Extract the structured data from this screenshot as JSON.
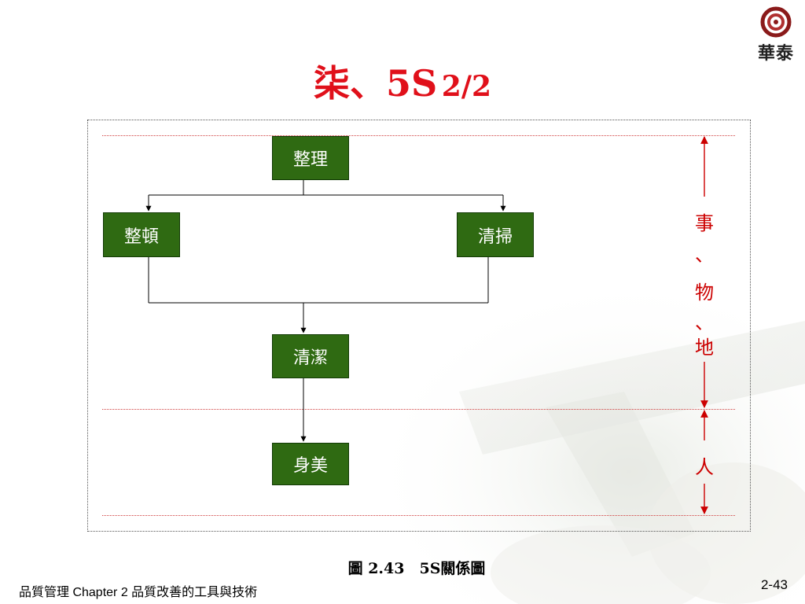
{
  "logo": {
    "text": "華泰"
  },
  "title": {
    "main": "柒、5S",
    "page": "2/2"
  },
  "diagram": {
    "nodes": {
      "seiri": "整理",
      "seiton": "整頓",
      "seiso": "清掃",
      "seiketsu": "清潔",
      "shitsuke": "身美"
    },
    "side_labels": {
      "upper": [
        "事",
        "、",
        "物",
        "、",
        "地"
      ],
      "lower": "人"
    }
  },
  "caption": "圖 2.43　5S關係圖",
  "footer": {
    "left": "品質管理  Chapter 2 品質改善的工具與技術",
    "page_number": "2-43"
  },
  "colors": {
    "title": "#e0101a",
    "node_fill": "#2f6a12",
    "accent_red": "#cc0000"
  }
}
